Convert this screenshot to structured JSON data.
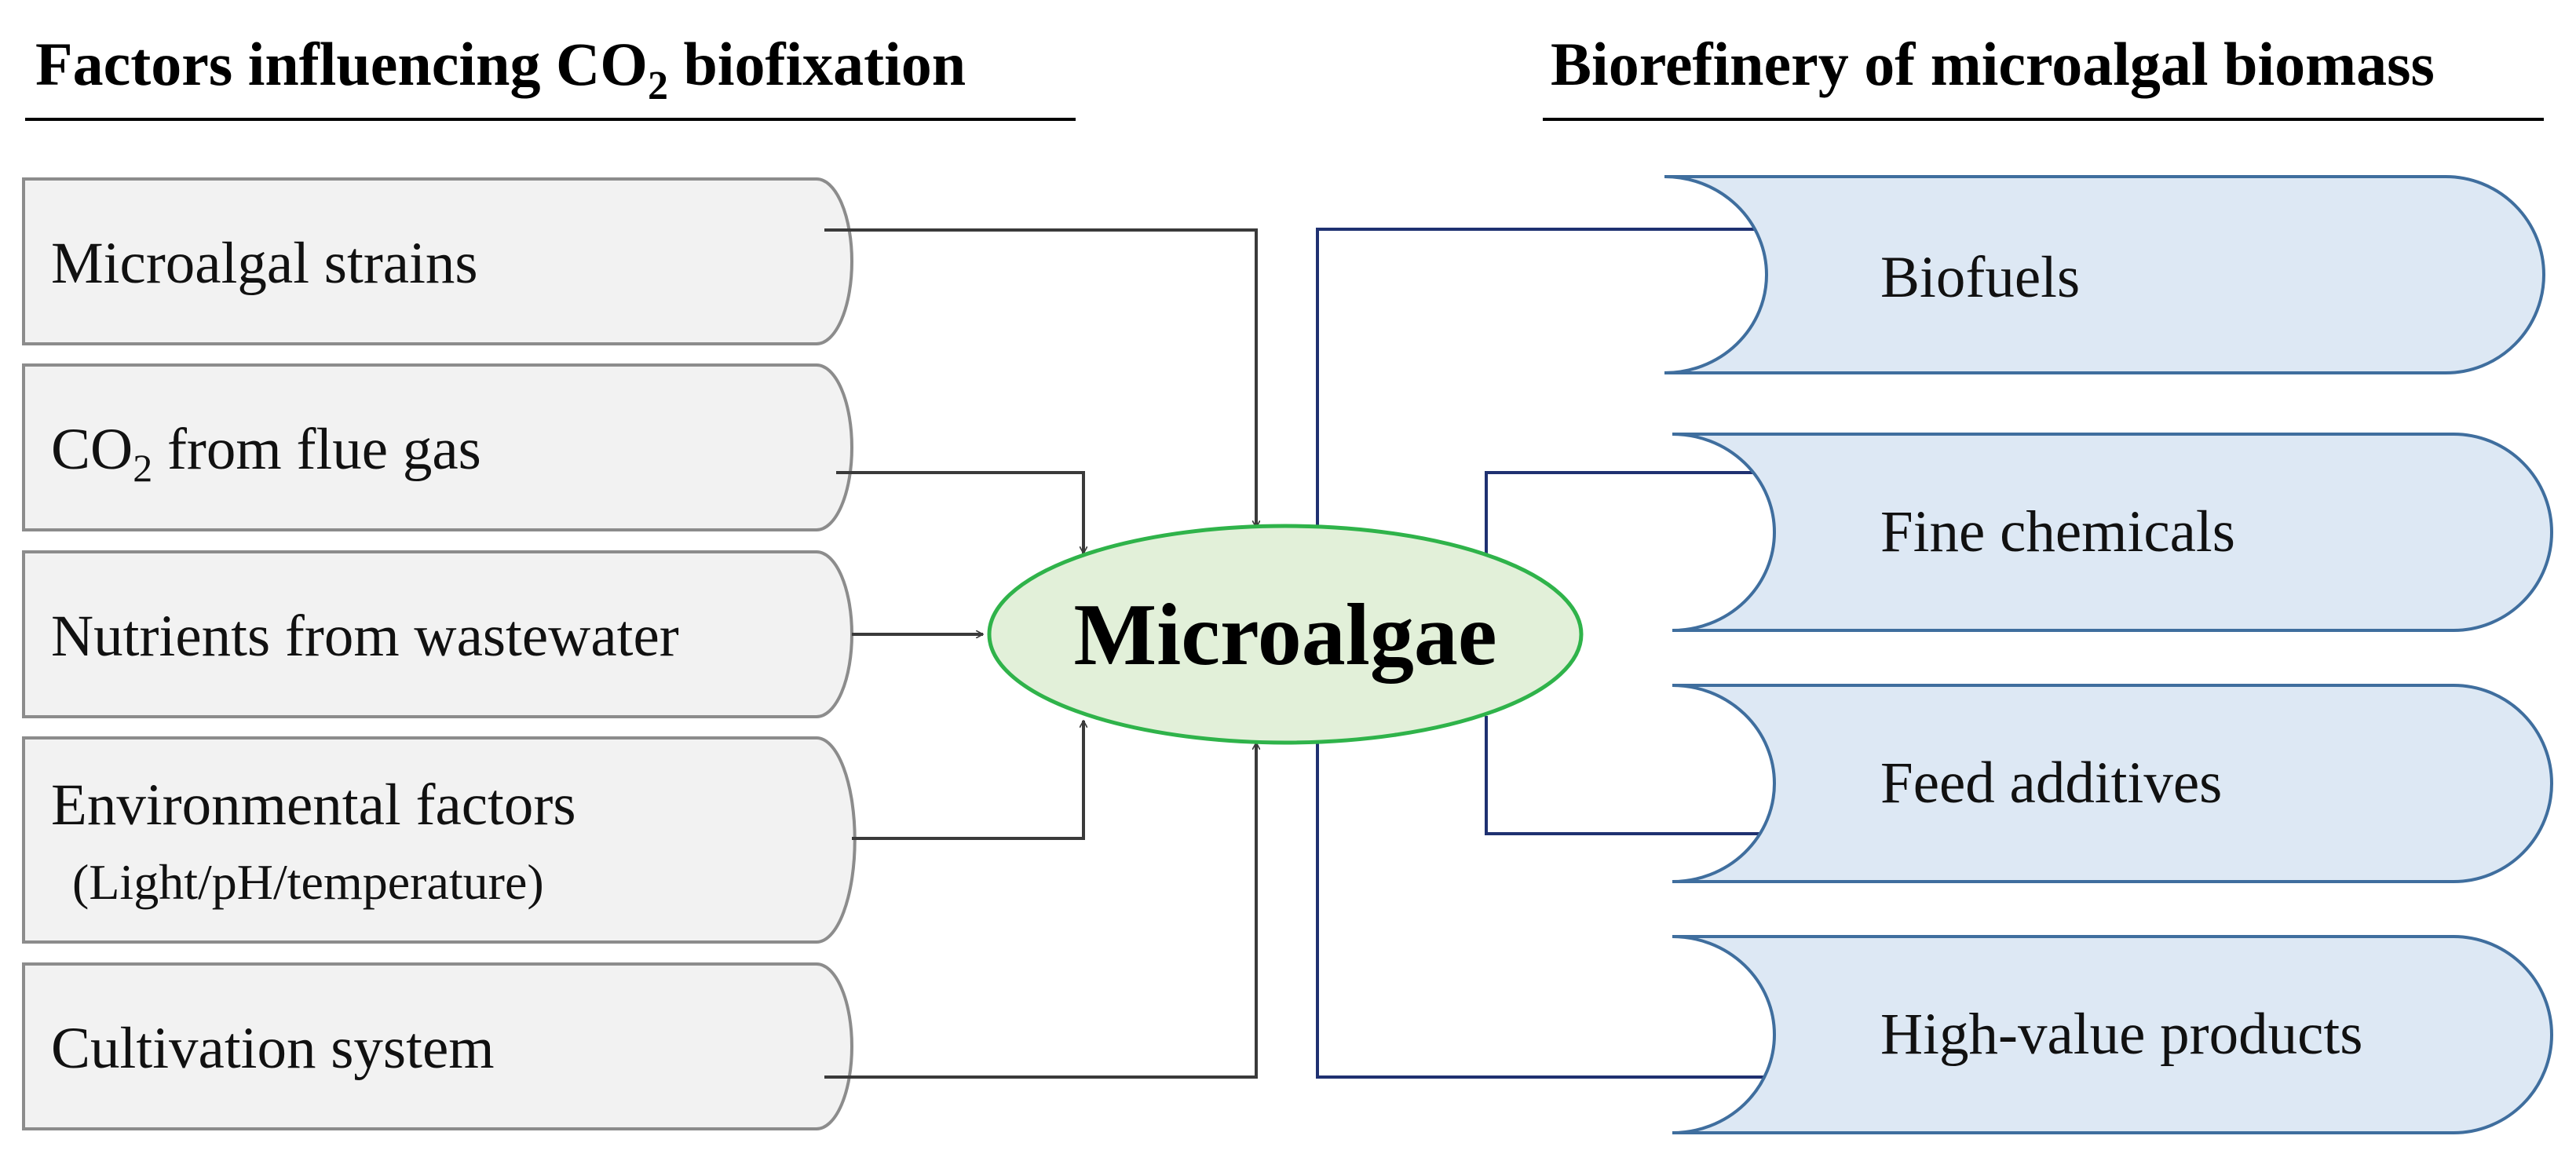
{
  "headings": {
    "left": {
      "prefix": "Factors influencing CO",
      "sub": "2",
      "suffix": " biofixation"
    },
    "right": "Biorefinery of microalgal biomass"
  },
  "inputs": [
    {
      "label": "Microalgal strains"
    },
    {
      "label_prefix": "CO",
      "label_sub": "2",
      "label_suffix": " from flue gas"
    },
    {
      "label": "Nutrients from wastewater"
    },
    {
      "label": "Environmental factors",
      "sublabel": "(Light/pH/temperature)"
    },
    {
      "label": "Cultivation system"
    }
  ],
  "center": {
    "label": "Microalgae"
  },
  "outputs": [
    {
      "label": "Biofuels"
    },
    {
      "label": "Fine chemicals"
    },
    {
      "label": "Feed additives"
    },
    {
      "label": "High-value products"
    }
  ],
  "colors": {
    "input_fill": "#f2f2f2",
    "input_stroke": "#8c8c8c",
    "input_arrow": "#3a3a3a",
    "center_fill": "#e2f0d9",
    "center_stroke": "#2fb34a",
    "output_fill": "#dde8f4",
    "output_stroke": "#3f6e9e",
    "output_arrow": "#1f3171"
  }
}
